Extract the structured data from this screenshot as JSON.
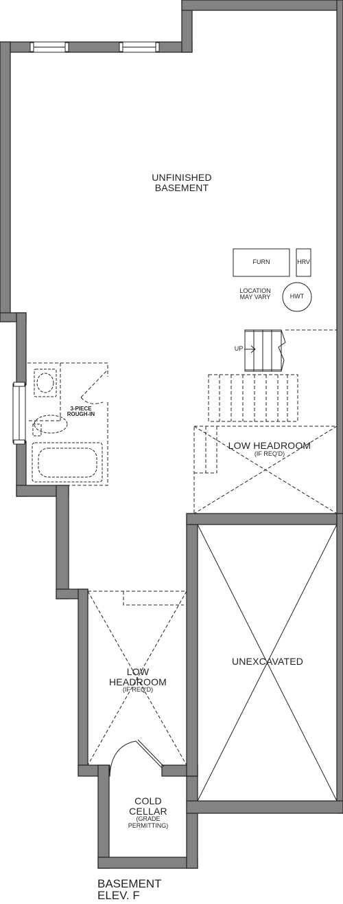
{
  "plan_title": [
    "BASEMENT",
    "ELEV. F"
  ],
  "rooms": {
    "unfinished_basement": [
      "UNFINISHED",
      "BASEMENT"
    ],
    "low_headroom_right": [
      "LOW HEADROOM",
      "(IF REQ'D)"
    ],
    "low_headroom_left": [
      "LOW",
      "HEADROOM",
      "(IF REQ'D)"
    ],
    "unexcavated": "UNEXCAVATED",
    "cold_cellar": [
      "COLD",
      "CELLAR",
      "(GRADE",
      "PERMITTING)"
    ]
  },
  "fixtures": {
    "furnace": "FURN",
    "hrv": "HRV",
    "hwt": "HWT",
    "location_note": [
      "LOCATION",
      "MAY VARY"
    ],
    "bath_rough_in": [
      "3-PIECE",
      "ROUGH-IN"
    ],
    "stair_up": "UP"
  },
  "colors": {
    "wall_fill": "#848384",
    "wall_edge": "#231f20",
    "line": "#231f20"
  }
}
